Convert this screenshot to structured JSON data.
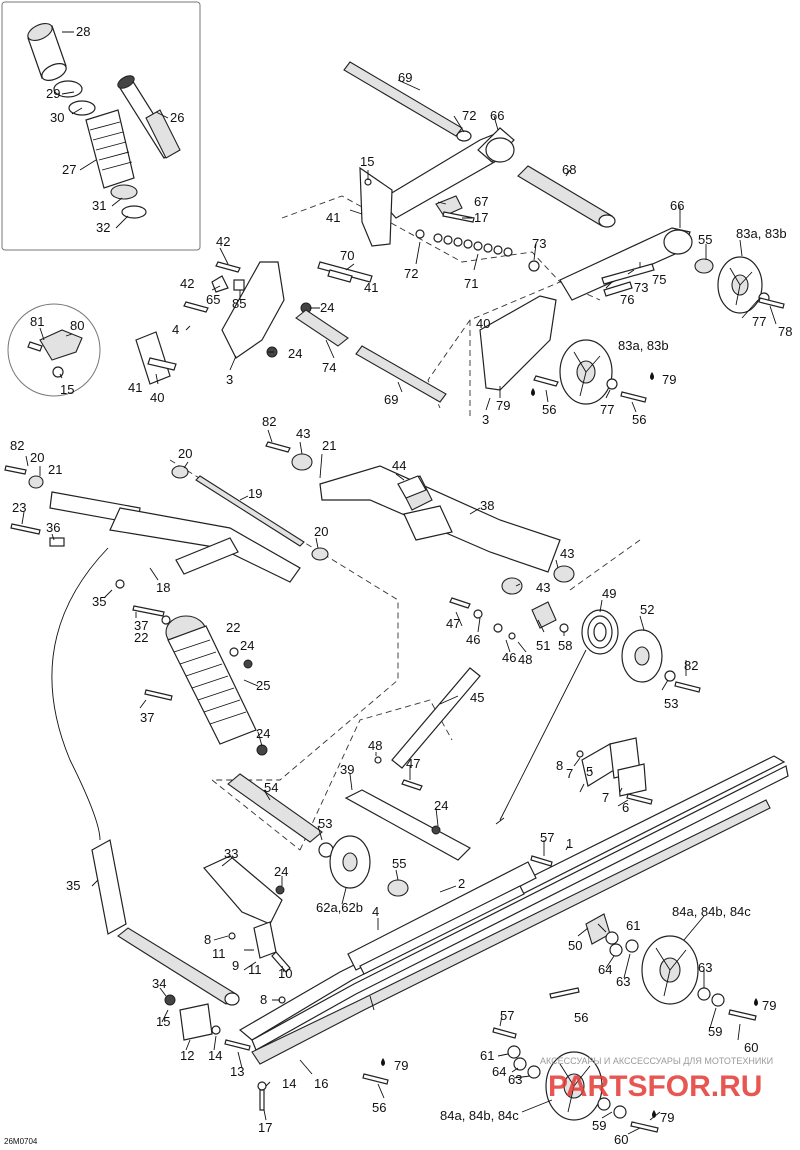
{
  "diagram_code": "26M0704",
  "watermark": {
    "caption": "АКСЕССУАРЫ И АКССЕССУАРЫ ДЛЯ МОТОТЕХНИКИ",
    "logo_text": "PARTSFOR.RU"
  },
  "labels": {
    "l28": "28",
    "l26": "26",
    "l29": "29",
    "l30": "30",
    "l27": "27",
    "l31": "31",
    "l32": "32",
    "l69a": "69",
    "l72a": "72",
    "l66a": "66",
    "l15a": "15",
    "l67": "67",
    "l17a": "17",
    "l68": "68",
    "l66b": "66",
    "l41a": "41",
    "l42a": "42",
    "l70": "70",
    "l72b": "72",
    "l73a": "73",
    "l55a": "55",
    "l83a": "83a, 83b",
    "l42b": "42",
    "l65": "65",
    "l85": "85",
    "l41b": "41",
    "l71": "71",
    "l75": "75",
    "l73b": "73",
    "l76": "76",
    "l24a": "24",
    "l81": "81",
    "l80": "80",
    "l4a": "4",
    "l40a": "40",
    "l77a": "77",
    "l78": "78",
    "l24b": "24",
    "l3a": "3",
    "l74": "74",
    "l83b": "83a, 83b",
    "l15b": "15",
    "l41c": "41",
    "l40b": "40",
    "l69b": "69",
    "l3b": "3",
    "l79a": "79",
    "l56a": "56",
    "l77b": "77",
    "l79b": "79",
    "l56b": "56",
    "l82a": "82",
    "l43a": "43",
    "l21a": "21",
    "l44": "44",
    "l82b": "82",
    "l20a": "20",
    "l21b": "21",
    "l20b": "20",
    "l19": "19",
    "l38": "38",
    "l23": "23",
    "l36": "36",
    "l20c": "20",
    "l43b": "43",
    "l43c": "43",
    "l18": "18",
    "l49": "49",
    "l35a": "35",
    "l37a": "37",
    "l22a": "22",
    "l22b": "22",
    "l24c": "24",
    "l47a": "47",
    "l46a": "46",
    "l52": "52",
    "l51": "51",
    "l58": "58",
    "l46b": "46",
    "l48a": "48",
    "l82c": "82",
    "l25": "25",
    "l45": "45",
    "l53a": "53",
    "l37b": "37",
    "l24d": "24",
    "l48b": "48",
    "l47b": "47",
    "l39": "39",
    "l8a": "8",
    "l7a": "7",
    "l5": "5",
    "l7b": "7",
    "l6": "6",
    "l54": "54",
    "l24e": "24",
    "l53b": "53",
    "l57a": "57",
    "l1": "1",
    "l33": "33",
    "l24f": "24",
    "l55b": "55",
    "l2": "2",
    "l35b": "35",
    "l62": "62a,62b",
    "l4b": "4",
    "l8b": "8",
    "l11a": "11",
    "l9": "9",
    "l11b": "11",
    "l10": "10",
    "l50": "50",
    "l61a": "61",
    "l64a": "64",
    "l63a": "63",
    "l84a": "84a, 84b, 84c",
    "l63b": "63",
    "l34": "34",
    "l8c": "8",
    "l56c": "56",
    "l59a": "59",
    "l79c": "79",
    "l15c": "15",
    "l60a": "60",
    "l57b": "57",
    "l12": "12",
    "l14a": "14",
    "l13": "13",
    "l61b": "61",
    "l64b": "64",
    "l63c": "63",
    "l79d": "79",
    "l14b": "14",
    "l16": "16",
    "l56d": "56",
    "l17b": "17",
    "l84b": "84a, 84b, 84c",
    "l59b": "59",
    "l79e": "79",
    "l60b": "60"
  }
}
